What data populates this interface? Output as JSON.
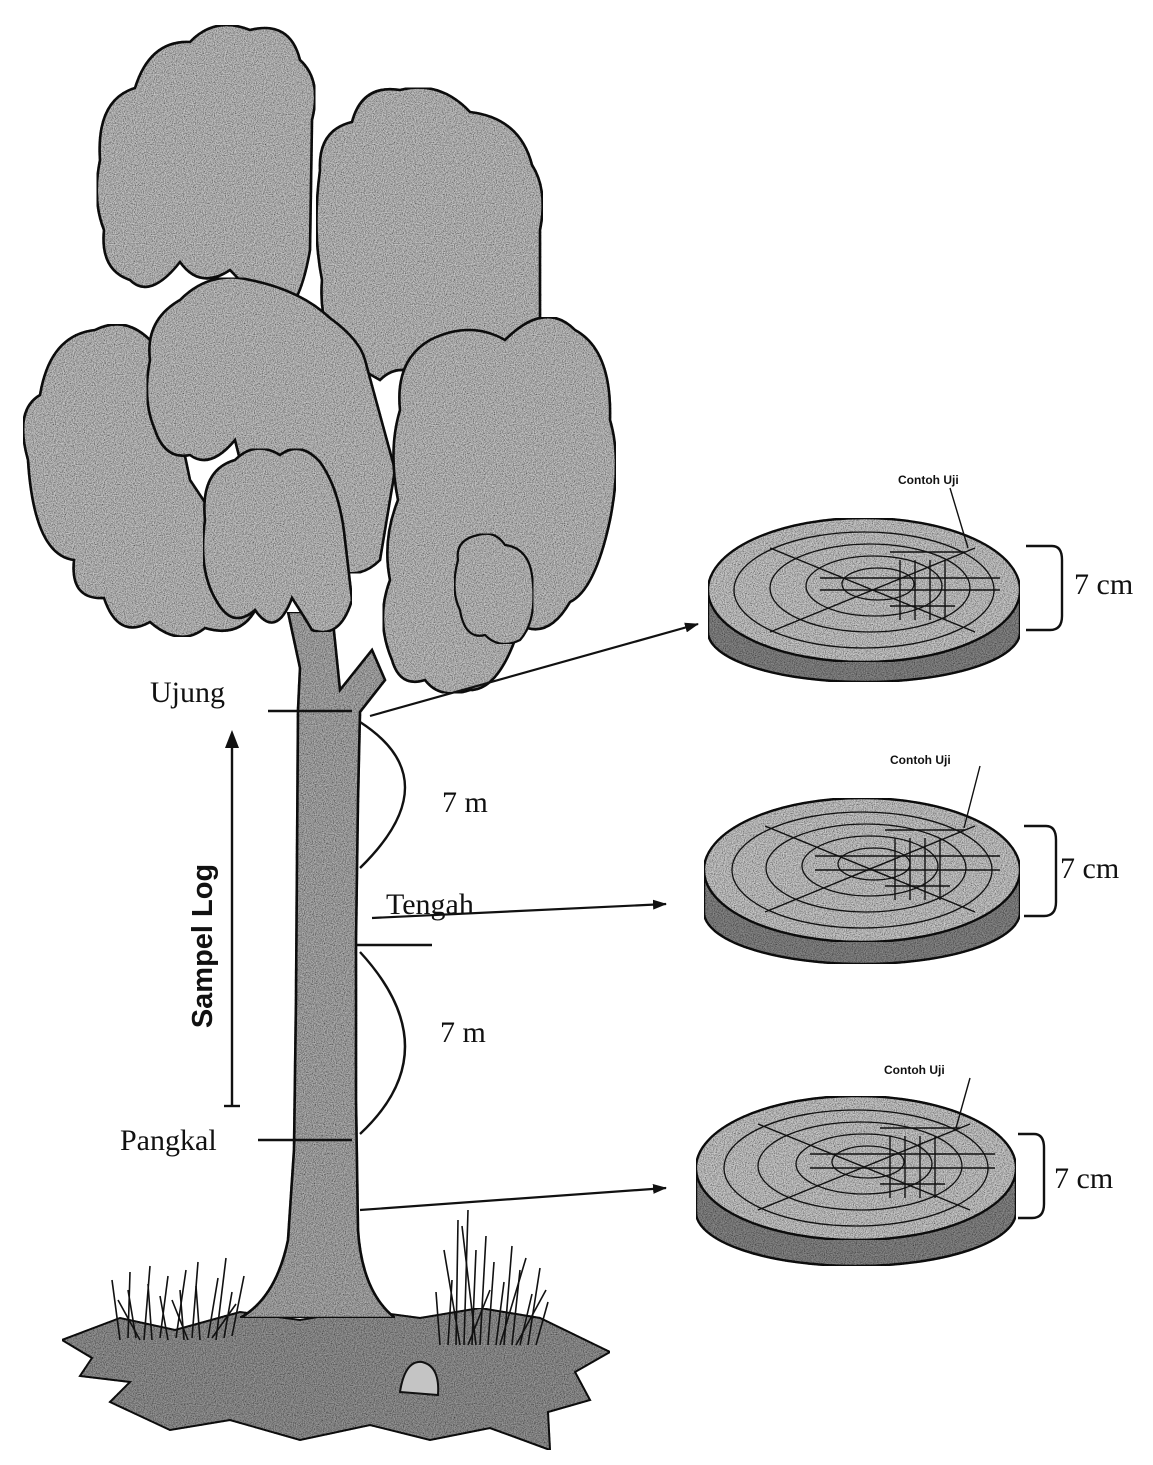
{
  "tree": {
    "top_label": "Ujung",
    "middle_label": "Tengah",
    "bottom_label": "Pangkal",
    "sample_label": "Sampel Log",
    "upper_length": "7 m",
    "lower_length": "7 m"
  },
  "discs": [
    {
      "specimen_label": "Contoh Uji",
      "thickness": "7 cm"
    },
    {
      "specimen_label": "Contoh Uji",
      "thickness": "7 cm"
    },
    {
      "specimen_label": "Contoh Uji",
      "thickness": "7 cm"
    }
  ],
  "colors": {
    "ink": "#111111",
    "foliage": "#c9c9c9",
    "trunk": "#b3b3b3",
    "disc_top": "#d2d2d2",
    "disc_side": "#8c8c8c",
    "ground": "#9a9a9a"
  }
}
